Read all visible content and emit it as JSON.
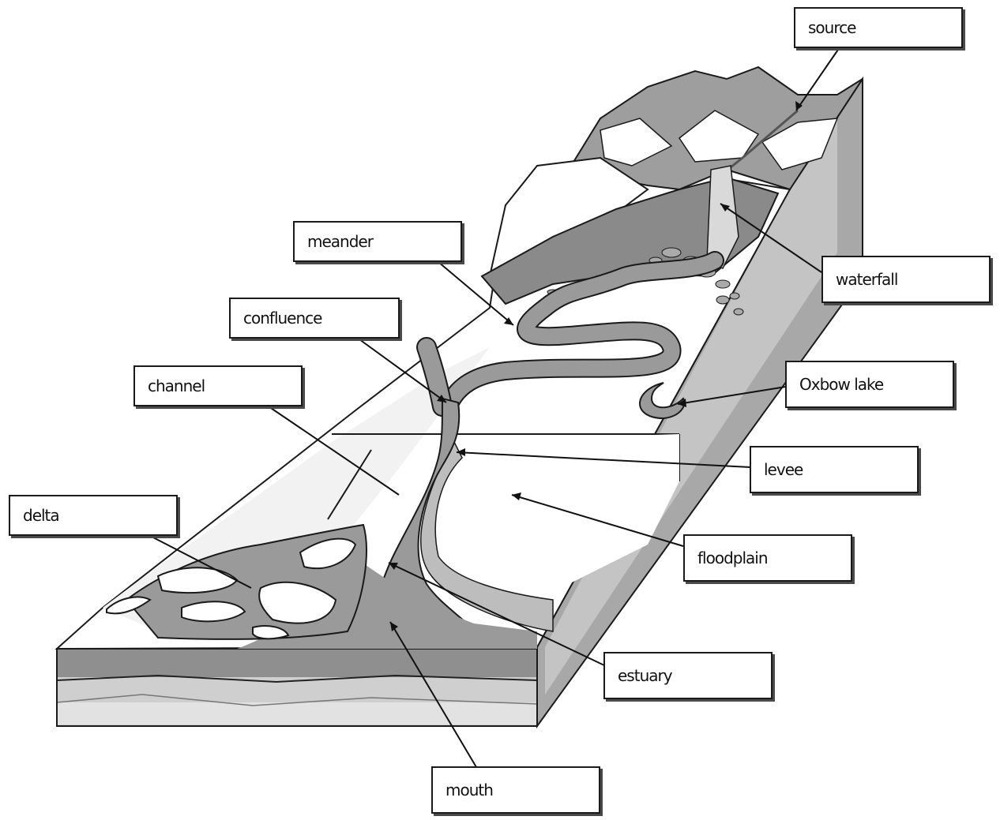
{
  "labels": {
    "source": "source",
    "waterfall": "waterfall",
    "meander": "meander",
    "confluence": "confluence",
    "oxbow_lake": "Oxbow lake",
    "channel": "channel",
    "levee": "levee",
    "delta": "delta",
    "floodplain": "floodplain",
    "estuary": "estuary",
    "mouth": "mouth"
  },
  "colors": {
    "water": "#9a9a9a",
    "water_dark": "#7e7e7e",
    "rock": "#8c8c8c",
    "land": "#ffffff",
    "outline": "#1a1a1a"
  }
}
